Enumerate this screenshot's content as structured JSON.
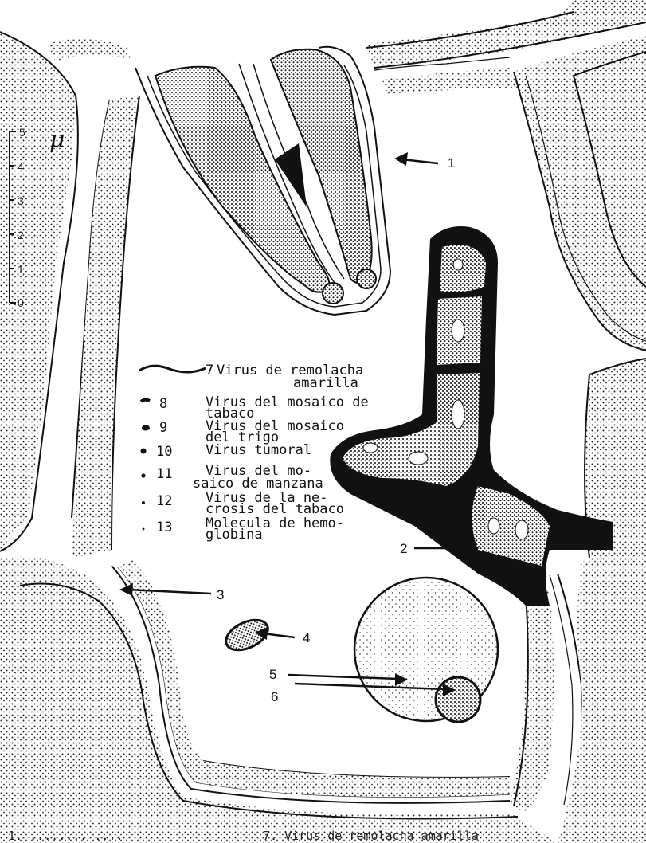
{
  "scale": {
    "unit": "μ",
    "ticks": [
      "0",
      "1",
      "2",
      "3",
      "4",
      "5"
    ]
  },
  "callouts": [
    "1",
    "2",
    "3",
    "4",
    "5",
    "6"
  ],
  "legend": [
    {
      "num": "7",
      "lines": [
        "Virus de remolacha",
        "amarilla"
      ]
    },
    {
      "num": "8",
      "lines": [
        "Virus del mosaico de",
        "tabaco"
      ]
    },
    {
      "num": "9",
      "lines": [
        "Virus del mosaico",
        "del trigo"
      ]
    },
    {
      "num": "10",
      "lines": [
        "Virus tumoral"
      ]
    },
    {
      "num": "11",
      "lines": [
        "Virus del mo-",
        "saico de manzana"
      ]
    },
    {
      "num": "12",
      "lines": [
        "Virus de la ne-",
        "crosis del tabaco"
      ]
    },
    {
      "num": "13",
      "lines": [
        "Molecula de hemo-",
        "globina"
      ]
    }
  ],
  "caption": {
    "left": "1. ........ ....",
    "right": "7. Virus de remolacha amarilla"
  }
}
